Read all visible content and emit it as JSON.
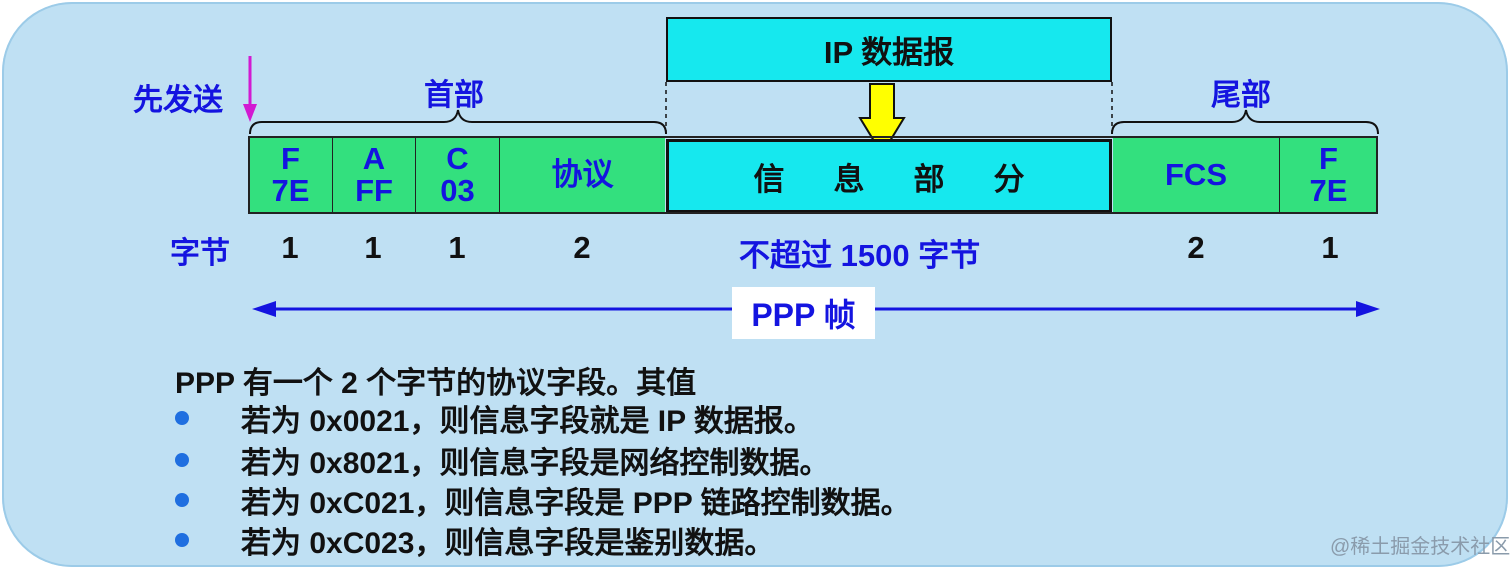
{
  "labels": {
    "send_first": "先发送",
    "header": "首部",
    "trailer": "尾部",
    "bytes": "字节"
  },
  "ip_datagram": "IP 数据报",
  "info_field": [
    "信",
    "息",
    "部",
    "分"
  ],
  "fields": [
    {
      "line1": "F",
      "line2": "7E"
    },
    {
      "line1": "A",
      "line2": "FF"
    },
    {
      "line1": "C",
      "line2": "03"
    },
    {
      "line1": "协议",
      "line2": ""
    },
    {
      "line1": "FCS",
      "line2": ""
    },
    {
      "line1": "F",
      "line2": "7E"
    }
  ],
  "byte_counts": [
    "1",
    "1",
    "1",
    "2",
    "2",
    "1"
  ],
  "info_byte_count": "不超过 1500 字节",
  "frame_label": "PPP 帧",
  "protocol_note": {
    "intro": "PPP 有一个 2 个字节的协议字段。其值",
    "items": [
      "若为 0x0021，则信息字段就是 IP 数据报。",
      "若为 0x8021，则信息字段是网络控制数据。",
      "若为 0xC021，则信息字段是 PPP 链路控制数据。",
      "若为 0xC023，则信息字段是鉴别数据。"
    ]
  },
  "watermark": "@稀土掘金技术社区",
  "colors": {
    "panel": "#bfe0f3",
    "field_green": "#33e07e",
    "info_cyan": "#16e8ee",
    "blue_text": "#1414e0",
    "arrow_yellow": "#ffff00",
    "magenta_arrow": "#d21ad2"
  }
}
